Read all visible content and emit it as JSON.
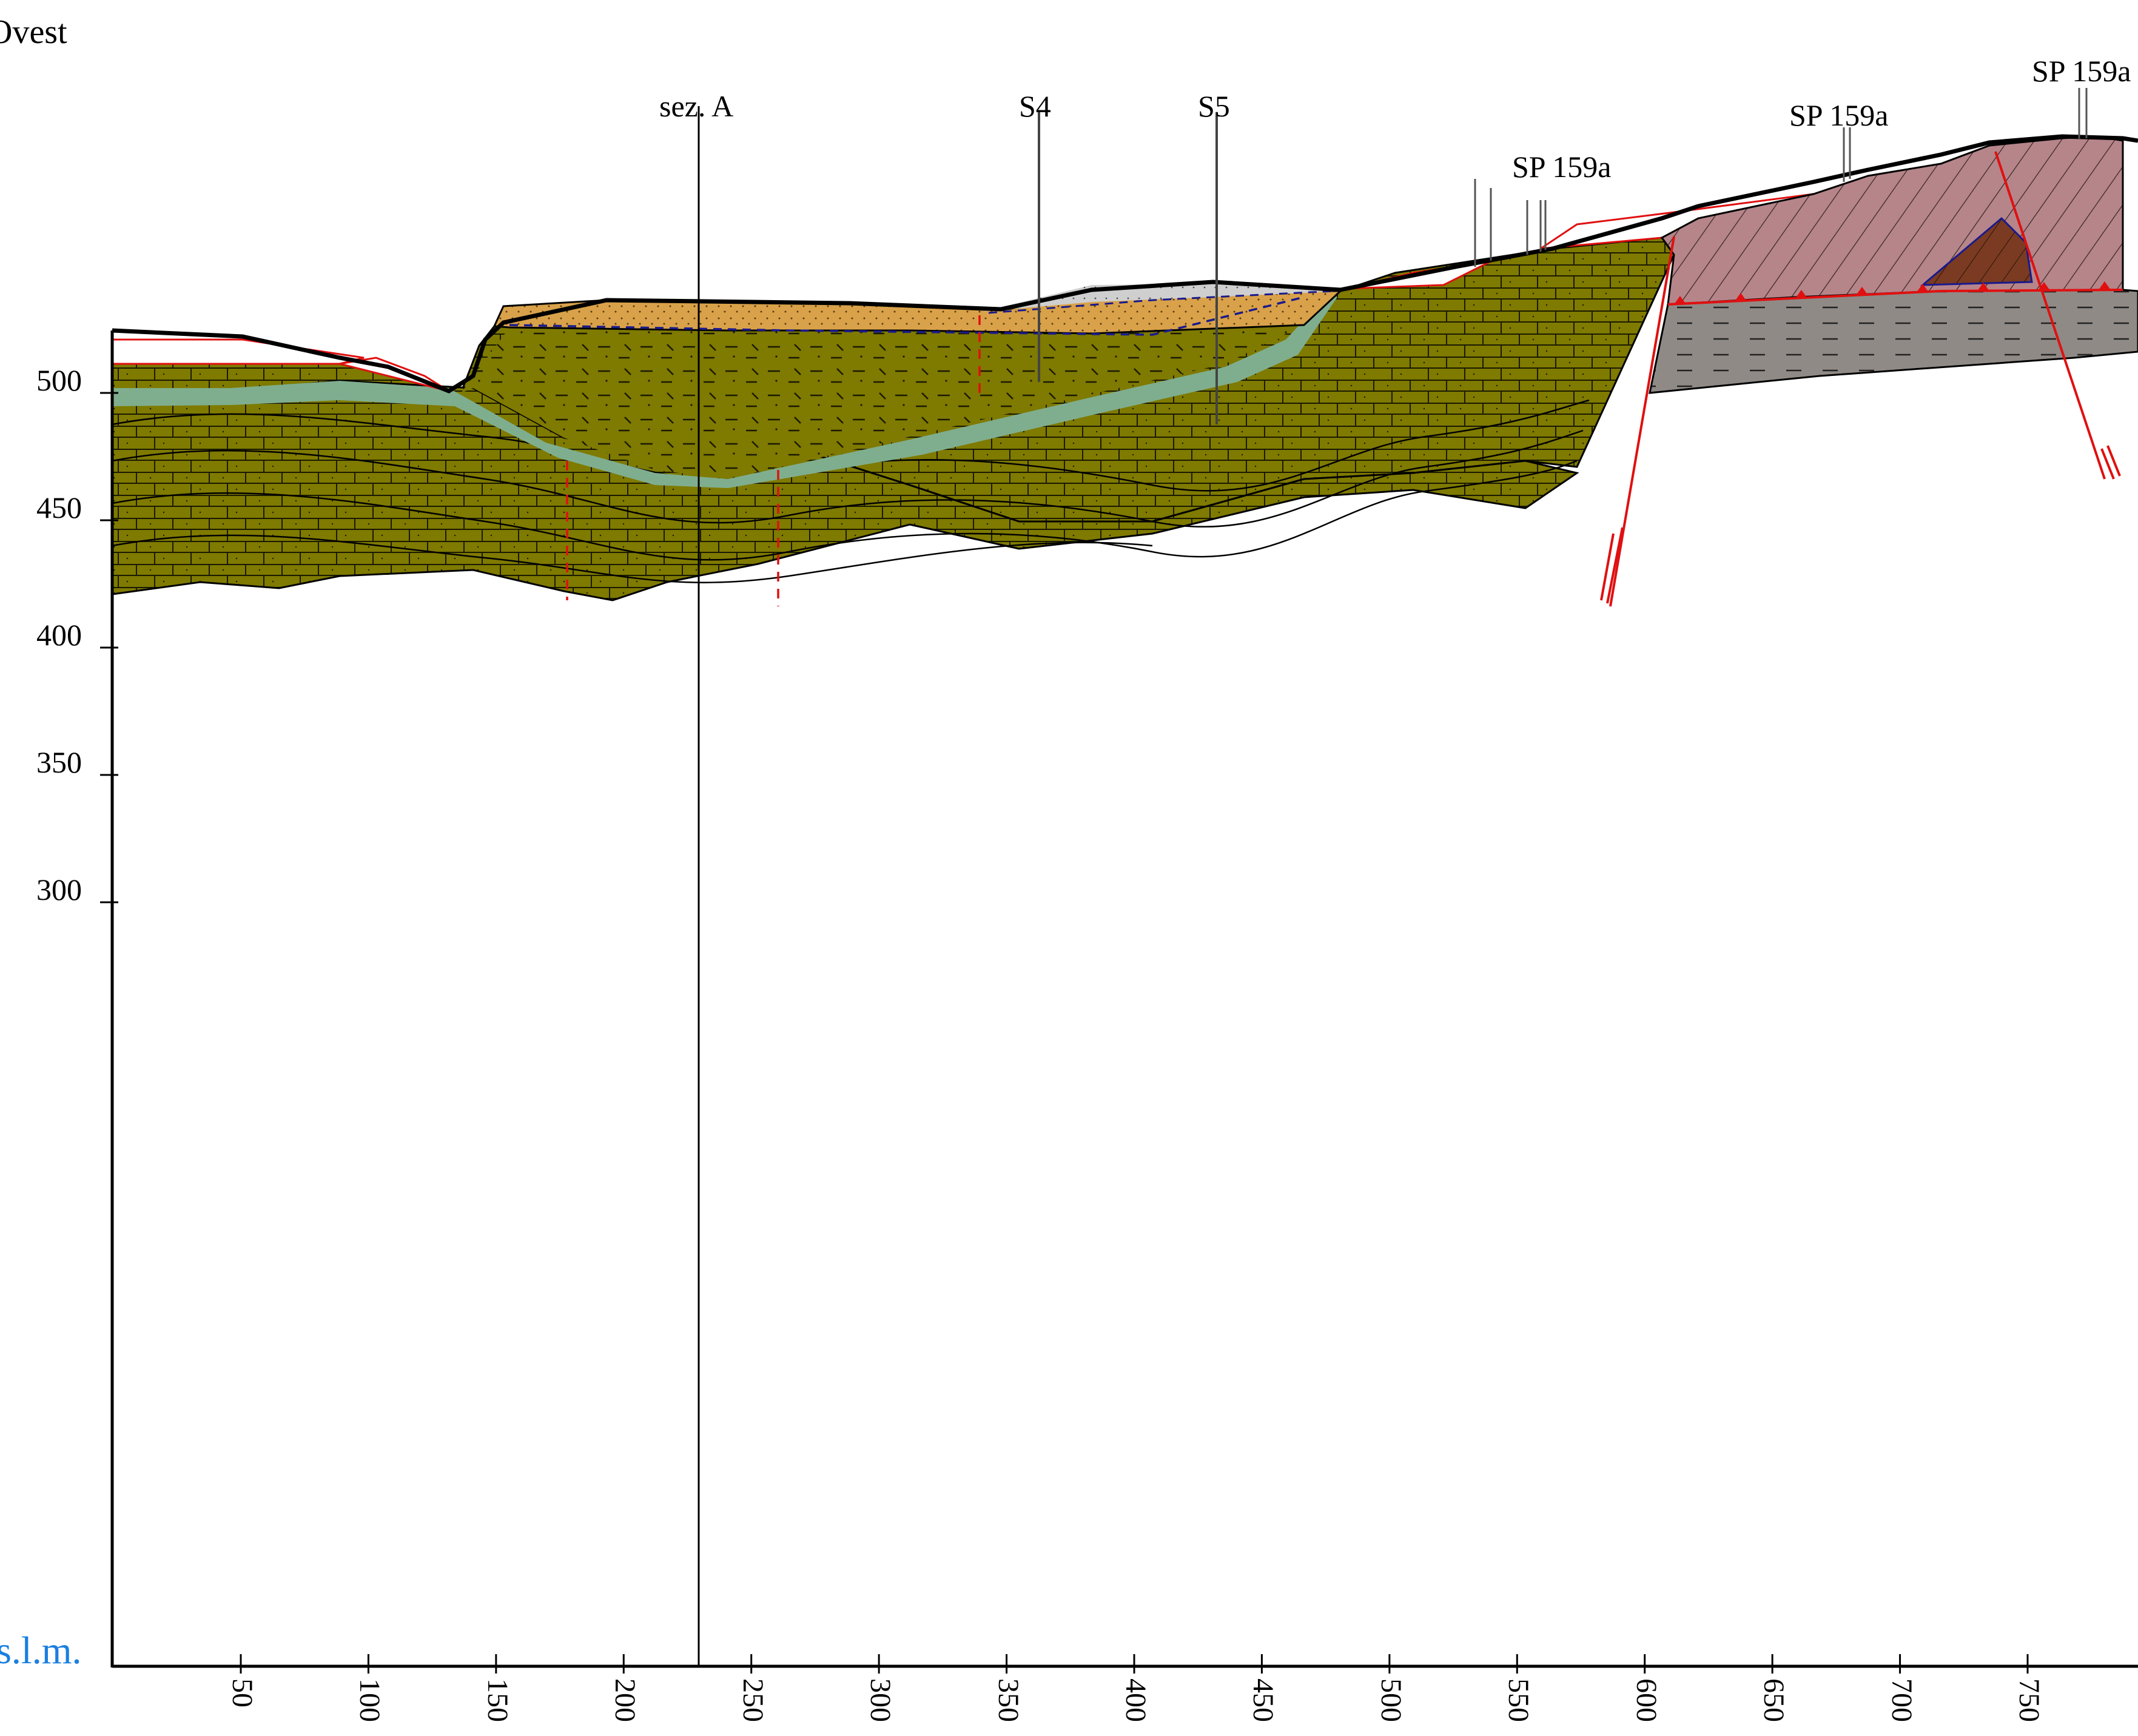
{
  "section": {
    "side_label": "Ovest",
    "unit_label": "s.l.m.",
    "section_line_label": "sez. A",
    "wells": [
      "S4",
      "S5"
    ],
    "sp_labels": [
      "SP 159a",
      "SP 159a",
      "SP 159a"
    ]
  },
  "y_axis": {
    "ticks": [
      "500",
      "450",
      "400",
      "350",
      "300"
    ]
  },
  "x_axis": {
    "ticks": [
      "50",
      "100",
      "150",
      "200",
      "250",
      "300",
      "350",
      "400",
      "450",
      "500",
      "550",
      "600",
      "650",
      "700",
      "750"
    ]
  },
  "colors": {
    "flysch": "#7f7a00",
    "flysch_dark": "#5e5a00",
    "landslide_zone": "#7fae8e",
    "colluvium": "#d9a24a",
    "alluvium_grey": "#cfcfcf",
    "shale_grey": "#8f8a86",
    "mauve_unit": "#b5858a",
    "brown_wedge": "#7a3b22",
    "fault_red": "#e01010",
    "water_table_blue": "#1a1a8c",
    "unit_label_blue": "#1a7fe0"
  }
}
